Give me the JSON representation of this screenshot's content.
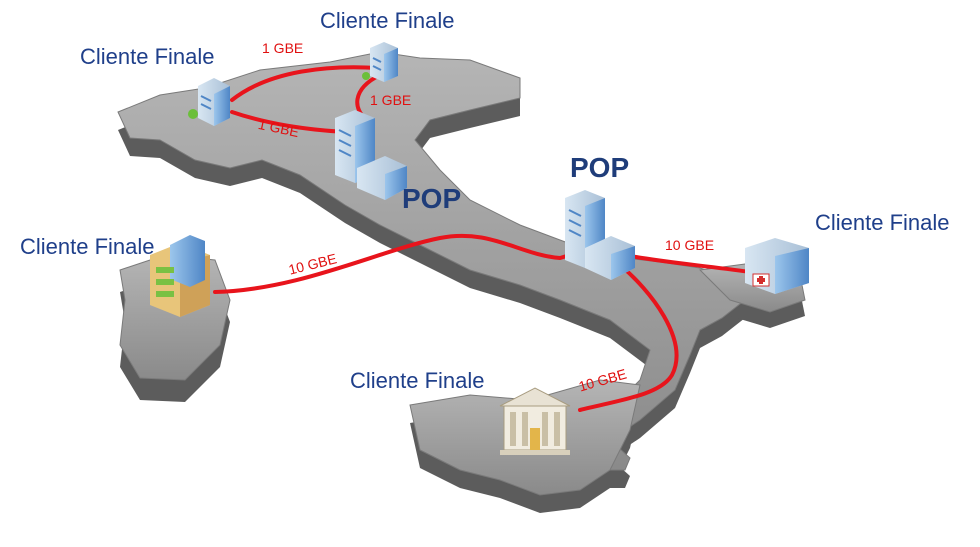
{
  "labels": {
    "client_nw": "Cliente Finale",
    "client_n": "Cliente Finale",
    "client_w": "Cliente Finale",
    "client_e": "Cliente Finale",
    "client_s": "Cliente Finale",
    "pop_north": "POP",
    "pop_center": "POP"
  },
  "links": {
    "nw_to_n": "1 GBE",
    "n_to_pop": "1 GBE",
    "nw_to_pop": "1 GBE",
    "sardinia_to_pop": "10 GBE",
    "pop_to_east": "10 GBE",
    "pop_to_sicily": "10 GBE"
  },
  "colors": {
    "link_line": "#e8141c",
    "label_text": "#1f3f8a",
    "map_fill": "#9a9a9a",
    "map_shadow": "#5e5e5e"
  },
  "icons": {
    "client_nw": "office-building-icon",
    "client_n": "office-building-icon",
    "client_w": "apartment-building-icon",
    "client_e": "hospital-icon",
    "client_s": "bank-icon",
    "pop_north": "datacenter-building-icon",
    "pop_center": "datacenter-building-icon"
  }
}
